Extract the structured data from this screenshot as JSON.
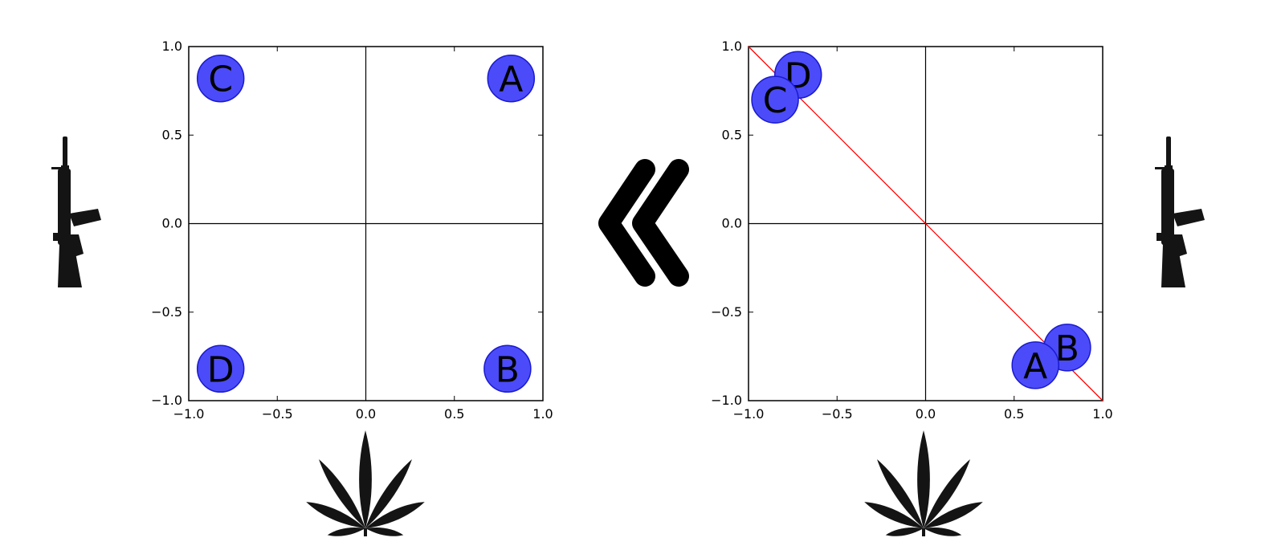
{
  "colors": {
    "marker_fill": "#4b4bfa",
    "marker_edge": "#1a1ad0",
    "axis": "#000000",
    "diagonal": "#ff0000",
    "icon": "#141414"
  },
  "icons": {
    "left_vertical_axis": "rifle-icon",
    "bottom_horizontal_axis": "cannabis-leaf-icon",
    "between_panels": "double-chevron-left-icon"
  },
  "chart_data": [
    {
      "type": "scatter",
      "title": "",
      "xlabel": "",
      "ylabel": "",
      "xlim": [
        -1.0,
        1.0
      ],
      "ylim": [
        -1.0,
        1.0
      ],
      "xticks": [
        "−1.0",
        "−0.5",
        "0.0",
        "0.5",
        "1.0"
      ],
      "yticks": [
        "1.0",
        "0.5",
        "0.0",
        "−0.5",
        "−1.0"
      ],
      "xtick_values": [
        -1.0,
        -0.5,
        0.0,
        0.5,
        1.0
      ],
      "ytick_values": [
        1.0,
        0.5,
        0.0,
        -0.5,
        -1.0
      ],
      "zero_lines": true,
      "grid": false,
      "diagonal_line": false,
      "points": [
        {
          "label": "C",
          "x": -0.82,
          "y": 0.82
        },
        {
          "label": "A",
          "x": 0.82,
          "y": 0.82
        },
        {
          "label": "D",
          "x": -0.82,
          "y": -0.82
        },
        {
          "label": "B",
          "x": 0.8,
          "y": -0.82
        }
      ]
    },
    {
      "type": "scatter",
      "title": "",
      "xlabel": "",
      "ylabel": "",
      "xlim": [
        -1.0,
        1.0
      ],
      "ylim": [
        -1.0,
        1.0
      ],
      "xticks": [
        "−1.0",
        "−0.5",
        "0.0",
        "0.5",
        "1.0"
      ],
      "yticks": [
        "1.0",
        "0.5",
        "0.0",
        "−0.5",
        "−1.0"
      ],
      "xtick_values": [
        -1.0,
        -0.5,
        0.0,
        0.5,
        1.0
      ],
      "ytick_values": [
        1.0,
        0.5,
        0.0,
        -0.5,
        -1.0
      ],
      "zero_lines": true,
      "grid": false,
      "diagonal_line": true,
      "diagonal": {
        "from": [
          -1.0,
          1.0
        ],
        "to": [
          1.0,
          -1.0
        ]
      },
      "points": [
        {
          "label": "D",
          "x": -0.72,
          "y": 0.84
        },
        {
          "label": "C",
          "x": -0.85,
          "y": 0.7
        },
        {
          "label": "B",
          "x": 0.8,
          "y": -0.7
        },
        {
          "label": "A",
          "x": 0.62,
          "y": -0.8
        }
      ]
    }
  ]
}
